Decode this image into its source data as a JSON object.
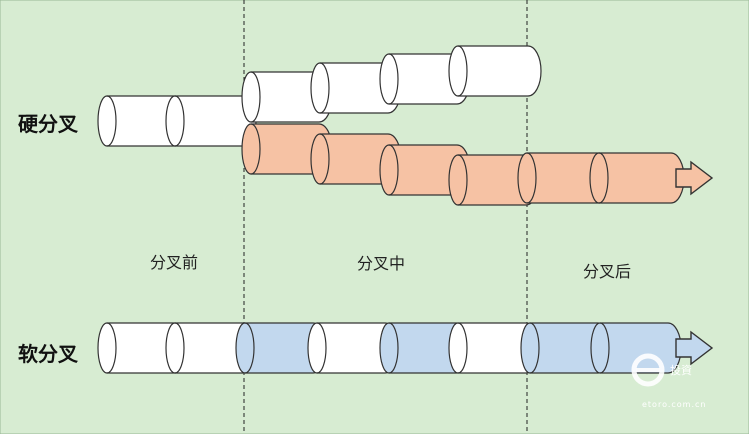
{
  "labels": {
    "hard_fork": "硬分叉",
    "soft_fork": "软分叉"
  },
  "phases": {
    "before": "分叉前",
    "during": "分叉中",
    "after": "分叉后"
  },
  "watermark": {
    "brand": "投資",
    "url": "etoro.com.cn"
  },
  "colors": {
    "background": "#d7ecd2",
    "white_block": "#ffffff",
    "orange_block": "#f6c2a4",
    "blue_block": "#c2d8ee",
    "stroke": "#333333"
  }
}
